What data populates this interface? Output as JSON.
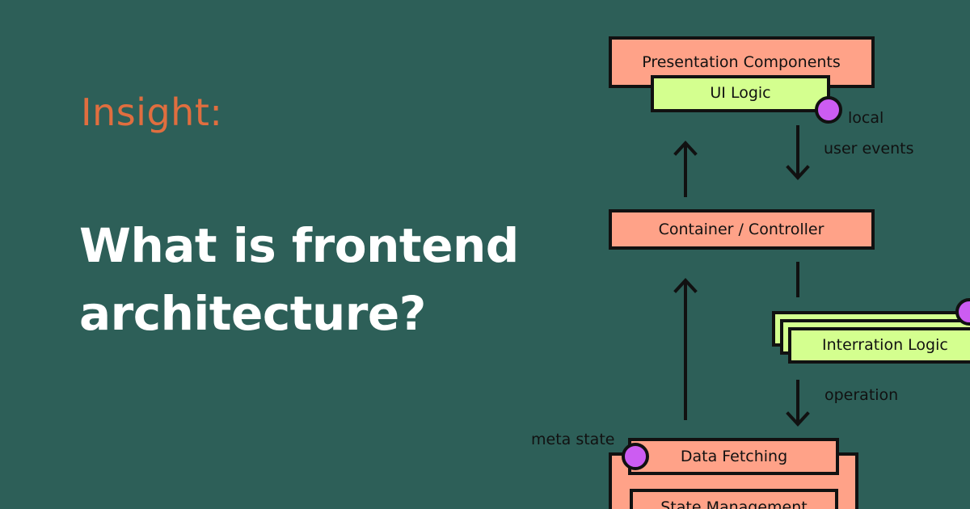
{
  "eyebrow": "Insight:",
  "headline": {
    "line1": "What is frontend",
    "line2": "architecture?"
  },
  "diagram": {
    "nodes": {
      "presentation": "Presentation Components",
      "ui_logic": "UI Logic",
      "container": "Container / Controller",
      "interaction": "Interration Logic",
      "data_fetching": "Data Fetching",
      "state_management": "State Management"
    },
    "annotations": {
      "local": "local",
      "user_events": "user events",
      "operation": "operation",
      "meta_state": "meta state"
    },
    "colors": {
      "background": "#2d5f58",
      "component_box": "#ffa288",
      "logic_box": "#d4ff8f",
      "state_dot": "#cc5cf2",
      "accent_text": "#e06e3f"
    }
  }
}
